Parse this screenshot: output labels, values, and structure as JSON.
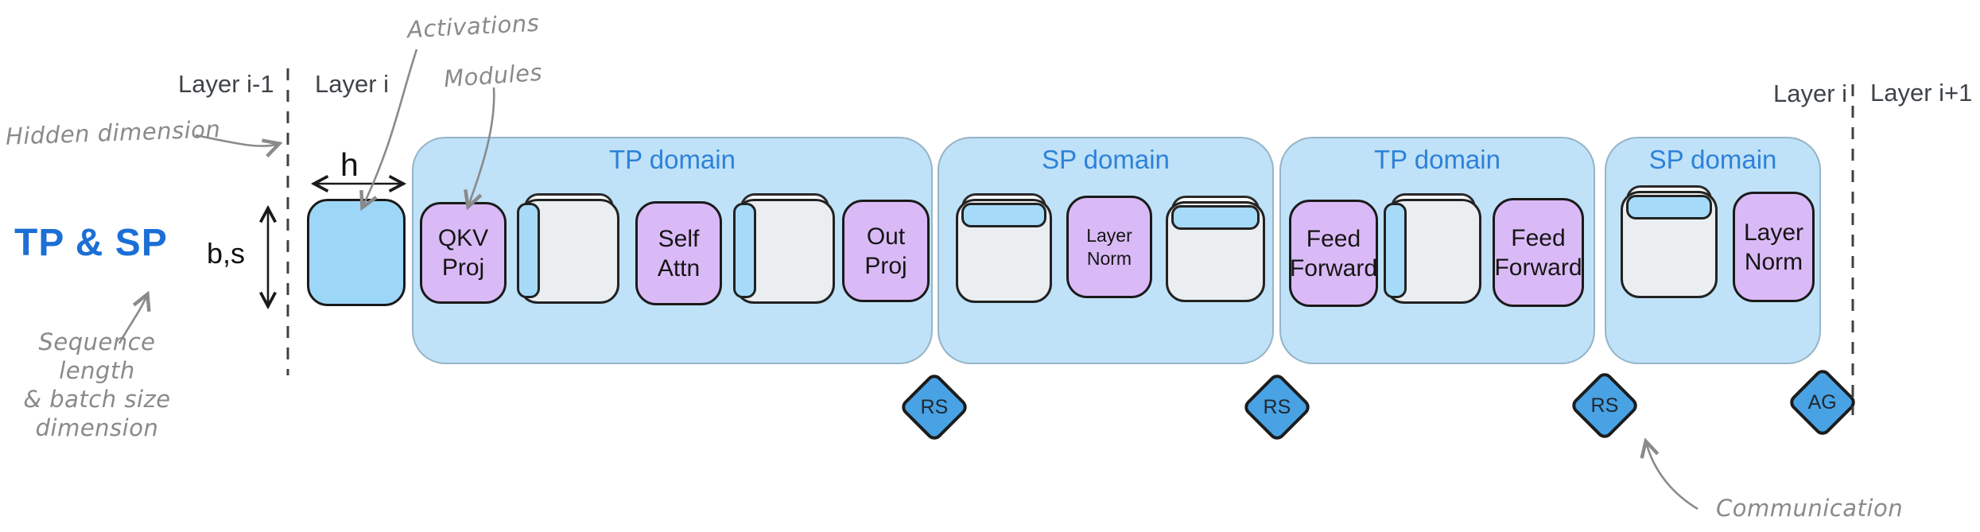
{
  "title": {
    "text": "TP & SP"
  },
  "annotations": {
    "activations": "Activations",
    "modules": "Modules",
    "hidden_dimension": "Hidden dimension",
    "sequence_dimension": "Sequence length\n& batch size\ndimension",
    "communication": "Communication",
    "hidden_size_label": "h",
    "batch_seq_label": "b,s"
  },
  "layer_markers": {
    "left_before": "Layer i-1",
    "left_after": "Layer i",
    "right_before": "Layer i",
    "right_after": "Layer i+1"
  },
  "domains": [
    {
      "label": "TP domain",
      "modules": [
        "QKV\nProj",
        "Self\nAttn",
        "Out\nProj"
      ]
    },
    {
      "label": "SP domain",
      "modules": [
        "Layer\nNorm"
      ]
    },
    {
      "label": "TP domain",
      "modules": [
        "Feed\nForward",
        "Feed\nForward"
      ]
    },
    {
      "label": "SP domain",
      "modules": [
        "Layer\nNorm"
      ]
    }
  ],
  "communication_ops": [
    {
      "label": "RS"
    },
    {
      "label": "RS"
    },
    {
      "label": "RS"
    },
    {
      "label": "AG"
    }
  ],
  "colors": {
    "domain_fill": "#bfe2f8",
    "activation_blue": "#9dd7f8",
    "activation_shard_blue": "#a5dbf8",
    "activation_gray": "#eaeef0",
    "module_purple": "#dabaf6",
    "comm_diamond_blue": "#48a2e4",
    "domain_label_blue": "#2e81d8",
    "title_blue": "#1b6fd6",
    "handwritten_gray": "#8a8a8a",
    "outline_black": "#1a1a1a"
  }
}
